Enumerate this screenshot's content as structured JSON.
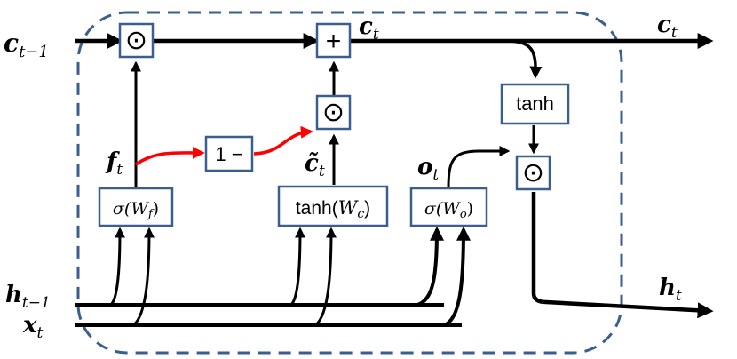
{
  "colors": {
    "gate_box_border": "#3a5f8f",
    "dashed_border": "#3a5f8f",
    "main_line": "#000000",
    "forget_path": "#ff0000"
  },
  "inputs": {
    "c_prev": {
      "base": "c",
      "sub": "t−1"
    },
    "h_prev": {
      "base": "h",
      "sub": "t−1"
    },
    "x_t": {
      "base": "x",
      "sub": "t"
    }
  },
  "outputs": {
    "c_t_top": {
      "base": "c",
      "sub": "t"
    },
    "c_t_right": {
      "base": "c",
      "sub": "t"
    },
    "h_t": {
      "base": "h",
      "sub": "t"
    }
  },
  "intermediates": {
    "f_t": {
      "base": "f",
      "sub": "t"
    },
    "c_tilde": {
      "base": "c̃",
      "sub": "t"
    },
    "o_t": {
      "base": "o",
      "sub": "t"
    }
  },
  "operators": {
    "mult_forget": "⊙",
    "plus": "+",
    "mult_input": "⊙",
    "mult_output": "⊙",
    "tanh": "tanh",
    "one_minus": "1 −"
  },
  "gates": {
    "forget": {
      "func": "σ(",
      "w": "W",
      "w_sub": "f",
      "close": ")"
    },
    "candidate": {
      "func": "tanh(",
      "w": "W",
      "w_sub": "c",
      "close": ")"
    },
    "output": {
      "func": "σ(",
      "w": "W",
      "w_sub": "o",
      "close": ")"
    }
  }
}
